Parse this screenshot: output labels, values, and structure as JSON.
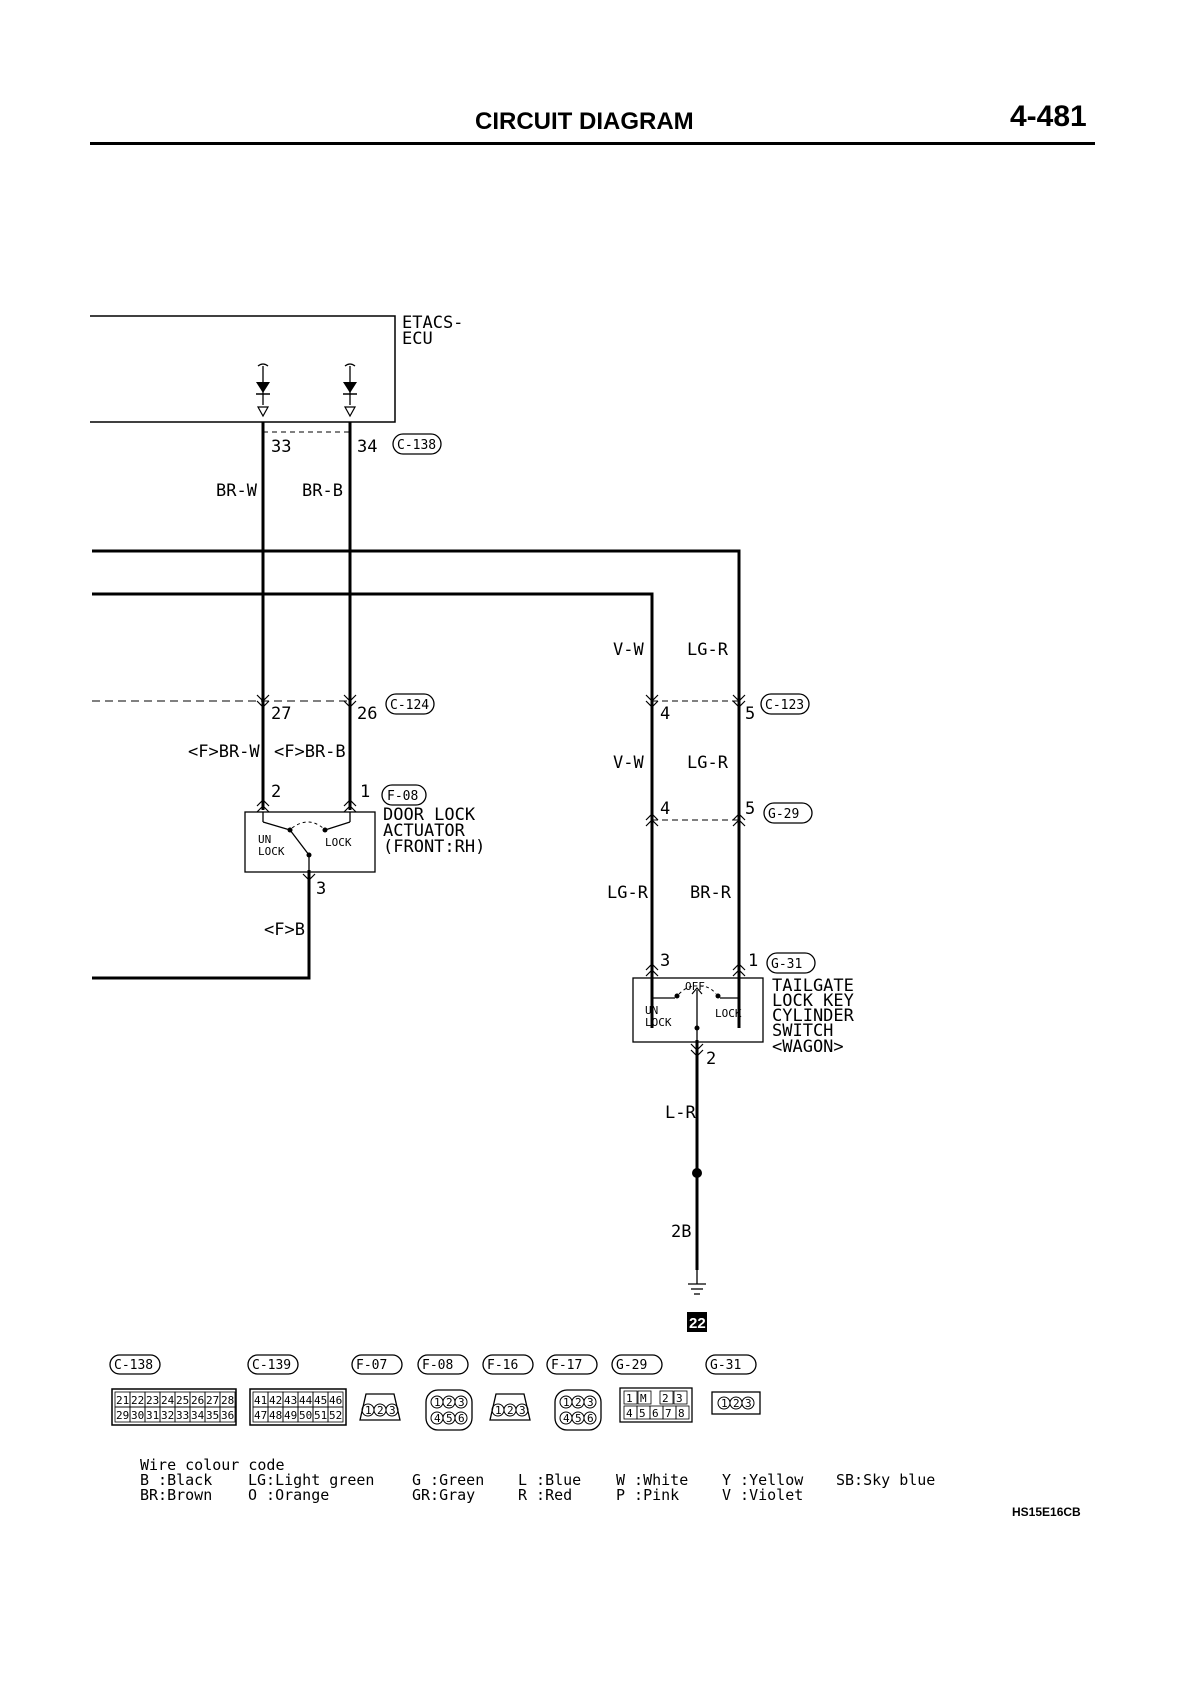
{
  "header": {
    "title": "CIRCUIT DIAGRAM",
    "page": "4-481"
  },
  "ecu": {
    "name_line1": "ETACS-",
    "name_line2": "ECU"
  },
  "connectors": {
    "c138": "C-138",
    "c124": "C-124",
    "c123": "C-123",
    "f08": "F-08",
    "g29": "G-29",
    "g31": "G-31"
  },
  "pins": {
    "p33": "33",
    "p34": "34",
    "p27": "27",
    "p26": "26",
    "p2": "2",
    "p1": "1",
    "p3": "3",
    "p4a": "4",
    "p5a": "5",
    "p4b": "4",
    "p5b": "5",
    "p3g": "3",
    "p1g": "1",
    "p2g": "2"
  },
  "wires": {
    "br_w": "BR-W",
    "br_b": "BR-B",
    "f_br_w": "<F>BR-W",
    "f_br_b": "<F>BR-B",
    "f_b": "<F>B",
    "v_w_1": "V-W",
    "lg_r_1": "LG-R",
    "v_w_2": "V-W",
    "lg_r_2": "LG-R",
    "lg_r_3": "LG-R",
    "br_r": "BR-R",
    "l_r": "L-R",
    "w_2b": "2B"
  },
  "components": {
    "door_lock": {
      "line1": "DOOR LOCK",
      "line2": "ACTUATOR",
      "line3": "(FRONT:RH)",
      "un": "UN",
      "unlock": "LOCK",
      "lock": "LOCK"
    },
    "tailgate": {
      "line1": "TAILGATE",
      "line2": "LOCK KEY",
      "line3": "CYLINDER",
      "line4": "SWITCH",
      "line5": "<WAGON>",
      "off": "OFF",
      "un": "UN",
      "unlock": "LOCK",
      "lock": "LOCK"
    }
  },
  "ground": {
    "number": "22"
  },
  "connector_legend": {
    "labels": [
      "C-138",
      "C-139",
      "F-07",
      "F-08",
      "F-16",
      "F-17",
      "G-29",
      "G-31"
    ],
    "c138_row1": [
      "21",
      "22",
      "23",
      "24",
      "25",
      "26",
      "27",
      "28"
    ],
    "c138_row2": [
      "29",
      "30",
      "31",
      "32",
      "33",
      "34",
      "35",
      "36"
    ],
    "c139_row1": [
      "41",
      "42",
      "43",
      "44",
      "45",
      "46"
    ],
    "c139_row2": [
      "47",
      "48",
      "49",
      "50",
      "51",
      "52"
    ],
    "three_pin": [
      "1",
      "2",
      "3"
    ],
    "six_pin_top": [
      "1",
      "2",
      "3"
    ],
    "six_pin_bottom": [
      "4",
      "5",
      "6"
    ],
    "g29_top": [
      "1",
      "M",
      "2",
      "3"
    ],
    "g29_bottom": [
      "4",
      "5",
      "6",
      "7",
      "8"
    ]
  },
  "wire_colour_code": {
    "title": "Wire colour code",
    "row1": [
      "B :Black",
      "LG:Light green",
      "G :Green",
      "L :Blue",
      "W :White",
      "Y :Yellow",
      "SB:Sky blue"
    ],
    "row2": [
      "BR:Brown",
      "O :Orange",
      "GR:Gray",
      "R :Red",
      "P :Pink",
      "V :Violet"
    ]
  },
  "drawing_code": "HS15E16CB"
}
